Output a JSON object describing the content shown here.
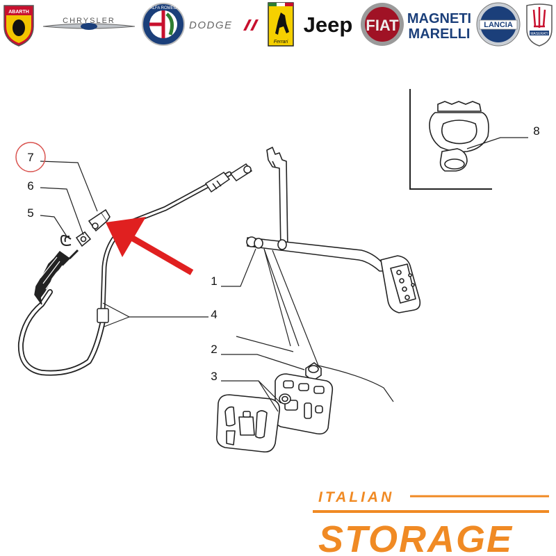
{
  "brand_logos": [
    {
      "name": "Abarth",
      "text": "ABARTH"
    },
    {
      "name": "Chrysler",
      "text": "CHRYSLER"
    },
    {
      "name": "Alfa Romeo",
      "text": "ALFA ROMEO"
    },
    {
      "name": "Dodge",
      "text": "DODGE"
    },
    {
      "name": "Ferrari",
      "text": "Ferrari"
    },
    {
      "name": "Jeep",
      "text": "Jeep"
    },
    {
      "name": "Fiat",
      "text": "FIAT"
    },
    {
      "name": "Magneti Marelli",
      "text": "MAGNETI MARELLI"
    },
    {
      "name": "Lancia",
      "text": "LANCIA"
    },
    {
      "name": "Maserati",
      "text": "MASERATI"
    }
  ],
  "callouts": {
    "c1": "1",
    "c2": "2",
    "c3": "3",
    "c4": "4",
    "c5": "5",
    "c6": "6",
    "c7": "7",
    "c8": "8"
  },
  "highlighted_part": "7",
  "store_logo": {
    "line1": "ITALIAN",
    "line2": "STORAGE"
  },
  "colors": {
    "highlight_circle": "#d9534f",
    "arrow": "#e02020",
    "store_orange": "#f08a24",
    "line": "#222222"
  }
}
